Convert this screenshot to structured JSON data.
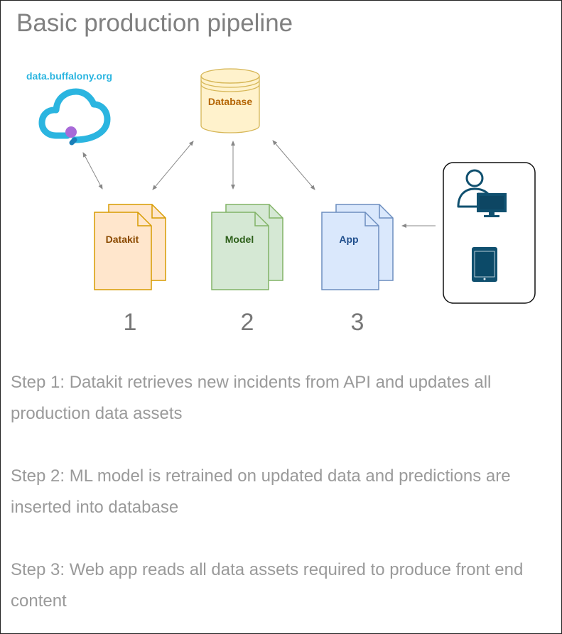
{
  "title": "Basic production pipeline",
  "nodes": {
    "cloud_label": "data.buffalony.org",
    "database_label": "Database",
    "datakit_label": "Datakit",
    "model_label": "Model",
    "app_label": "App"
  },
  "stage_numbers": [
    "1",
    "2",
    "3"
  ],
  "steps": [
    "Step 1: Datakit retrieves new incidents from API and updates all production data assets",
    "Step 2: ML model is retrained on updated data and predictions are inserted into database",
    "Step 3: Web app reads all data assets required to produce front end content"
  ],
  "colors": {
    "cloud": "#2bb5e0",
    "cloud_dot": "#a86ad8",
    "database_fill": "#fff2cc",
    "database_stroke": "#d6b656",
    "database_text": "#b46504",
    "datakit_fill": "#ffe6cc",
    "datakit_stroke": "#d79b00",
    "datakit_text": "#8b4a00",
    "model_fill": "#d5e8d4",
    "model_stroke": "#82b366",
    "model_text": "#2d5f1a",
    "app_fill": "#dae8fc",
    "app_stroke": "#6c8ebf",
    "app_text": "#1f4e8c",
    "device": "#10506f",
    "arrow": "#888888"
  },
  "icons": [
    "cloud-icon",
    "database-icon",
    "document-stack-icon",
    "user-desktop-icon",
    "tablet-icon"
  ]
}
